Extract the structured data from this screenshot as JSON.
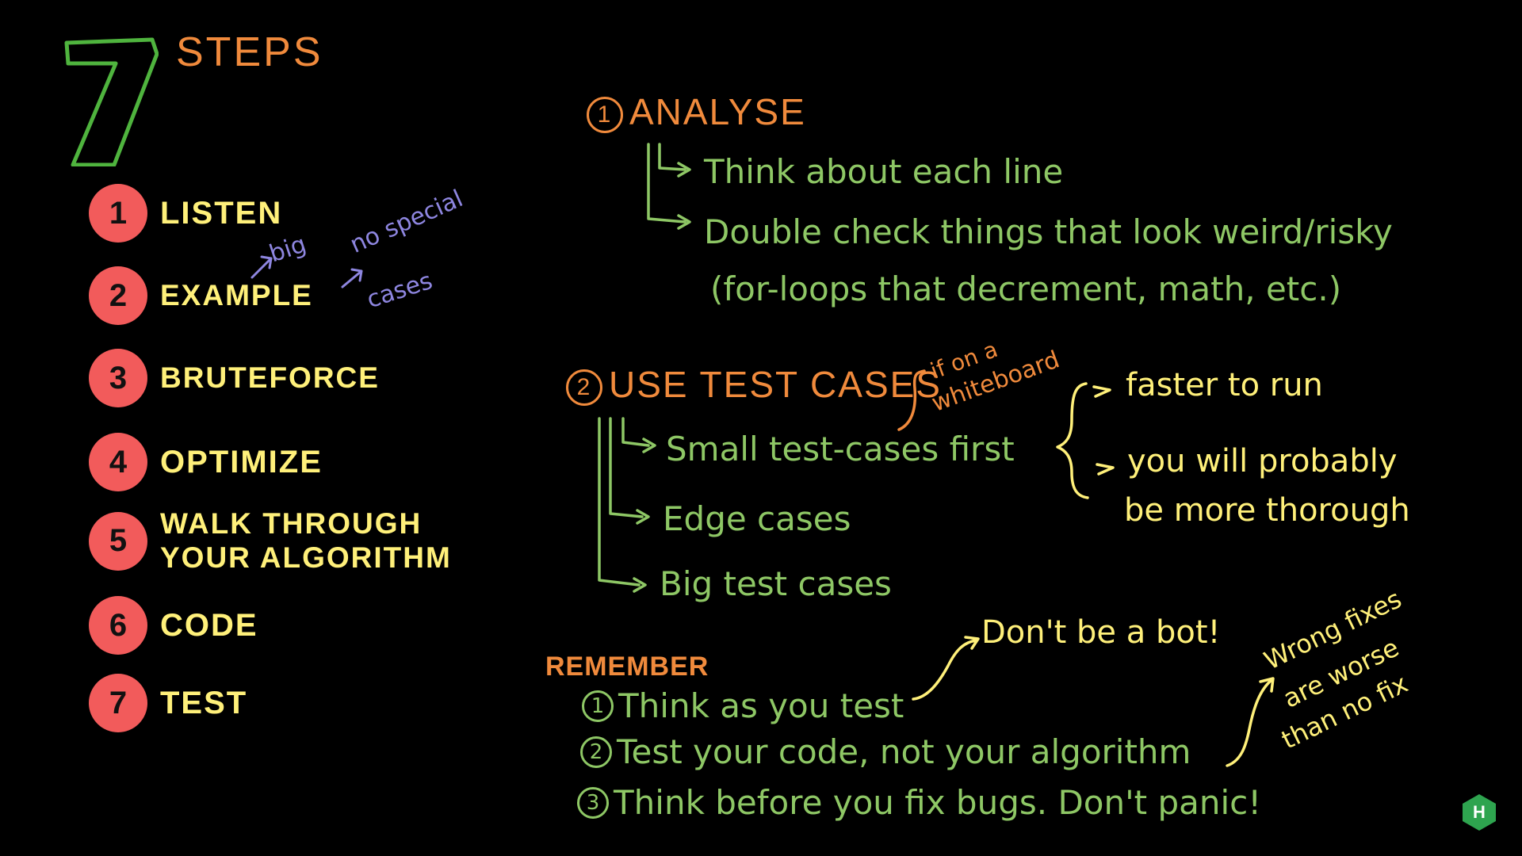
{
  "title": {
    "number": "7",
    "word": "STEPS"
  },
  "steps": [
    {
      "num": "1",
      "label": "LISTEN"
    },
    {
      "num": "2",
      "label": "EXAMPLE"
    },
    {
      "num": "3",
      "label": "BRUTEFORCE"
    },
    {
      "num": "4",
      "label": "OPTIMIZE"
    },
    {
      "num": "5",
      "label": "WALK THROUGH\nYOUR ALGORITHM"
    },
    {
      "num": "6",
      "label": "CODE"
    },
    {
      "num": "7",
      "label": "TEST"
    }
  ],
  "example_notes": {
    "big": "big",
    "no_special": "no special",
    "cases": "cases"
  },
  "analyse": {
    "num": "1",
    "title": "ANALYSE",
    "items": [
      "Think about each line",
      "Double check things that look weird/risky",
      "(for-loops that decrement, math, etc.)"
    ]
  },
  "test_cases": {
    "num": "2",
    "title": "USE TEST CASES",
    "note_line1": "if on a",
    "note_line2": "whiteboard",
    "items": [
      "Small test-cases first",
      "Edge cases",
      "Big test cases"
    ],
    "benefits": [
      "faster to run",
      "you will probably",
      "be more thorough"
    ]
  },
  "remember": {
    "title": "REMEMBER",
    "items": [
      {
        "num": "1",
        "text": "Think as you test"
      },
      {
        "num": "2",
        "text": "Test your code, not your algorithm"
      },
      {
        "num": "3",
        "text": "Think before you fix bugs. Don't panic!"
      }
    ],
    "bot_note": "Don't be a bot!",
    "fix_note_1": "Wrong fixes",
    "fix_note_2": "are worse",
    "fix_note_3": "than no fix"
  },
  "logo": {
    "letter": "H"
  },
  "colors": {
    "green": "#8ec765",
    "bright_green": "#4fb43e",
    "orange": "#f08a3c",
    "yellow": "#fff07a",
    "red": "#f25b5b",
    "purple": "#8e86e0"
  },
  "icons": {
    "logo": "hackerrank-hexagon-icon"
  }
}
